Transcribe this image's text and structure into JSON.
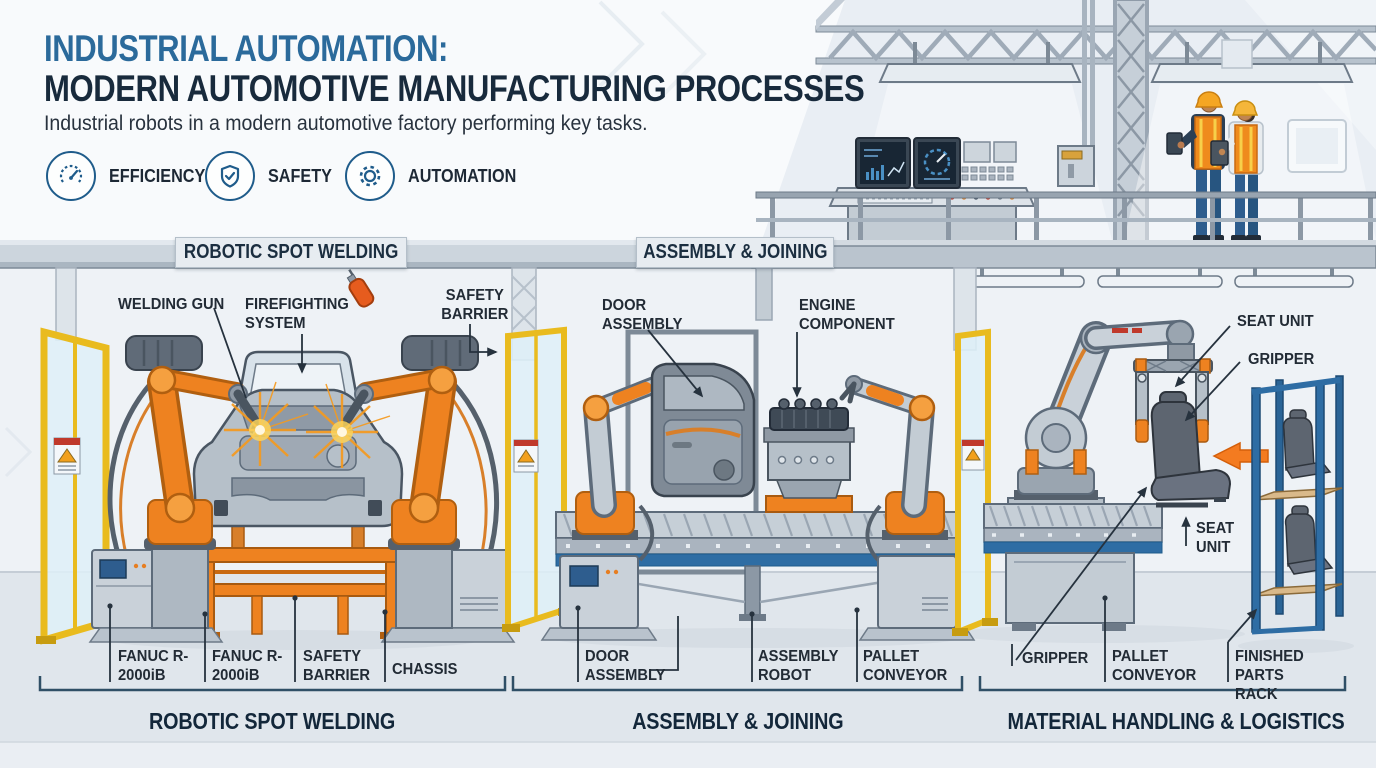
{
  "header": {
    "title_line1": "INDUSTRIAL AUTOMATION:",
    "title_line2": "MODERN AUTOMOTIVE MANUFACTURING PROCESSES",
    "subtitle": "Industrial robots in a modern automotive factory performing key tasks.",
    "badges": [
      {
        "icon": "gauge-icon",
        "label": "EFFICIENCY"
      },
      {
        "icon": "shield-check-icon",
        "label": "SAFETY"
      },
      {
        "icon": "gear-icon",
        "label": "AUTOMATION"
      }
    ]
  },
  "beam_plaques": {
    "welding": "ROBOTIC SPOT WELDING",
    "assembly": "ASSEMBLY & JOINING"
  },
  "callouts": {
    "welding_gun": "WELDING GUN",
    "firefighting_system": "FIREFIGHTING SYSTEM",
    "safety_barrier": "SAFETY BARRIER",
    "door_assembly": "DOOR ASSEMBLY",
    "engine_component": "ENGINE COMPONENT",
    "seat_unit": "SEAT UNIT",
    "gripper": "GRIPPER",
    "seat_unit_lower": "SEAT UNIT"
  },
  "equipment_labels": {
    "welding": [
      "FANUC R-2000iB",
      "FANUC R-2000iB",
      "SAFETY BARRIER",
      "CHASSIS"
    ],
    "assembly": [
      "DOOR ASSEMBLY",
      "ASSEMBLY ROBOT",
      "PALLET CONVEYOR"
    ],
    "handling": [
      "GRIPPER",
      "PALLET CONVEYOR",
      "FINISHED PARTS RACK"
    ]
  },
  "section_titles": {
    "welding": "ROBOTIC SPOT WELDING",
    "assembly": "ASSEMBLY & JOINING",
    "handling": "MATERIAL HANDLING & LOGISTICS"
  },
  "colors": {
    "title_blue": "#2b6a9b",
    "title_dark": "#182a3c",
    "badge_blue": "#1f5c8b",
    "robot_orange": "#ee8220",
    "barrier_yellow": "#e9bb1e",
    "rack_blue": "#2a6496",
    "conveyor_blue": "#2e6da4",
    "arrow_orange": "#f47b20",
    "bracket_blue": "#2f4f66"
  }
}
